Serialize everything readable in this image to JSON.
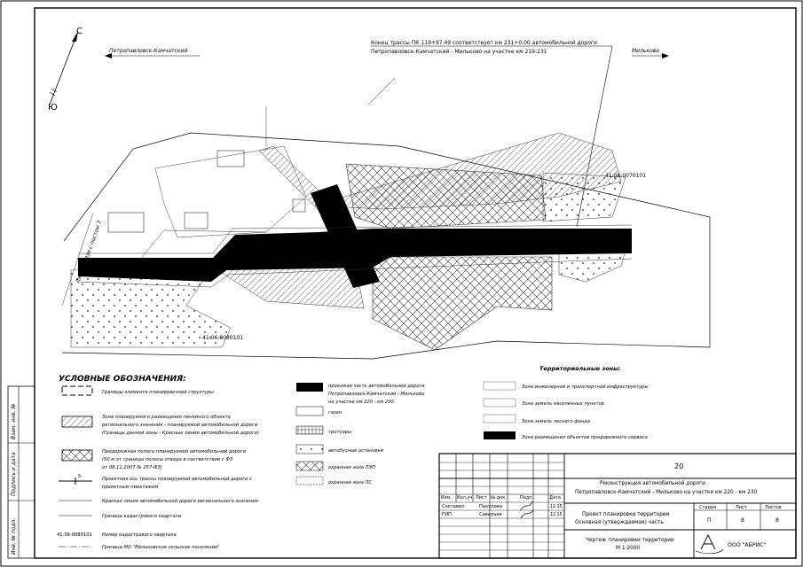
{
  "header": {
    "end_line1": "Конец трассы ПК 119+97.49 соответствует км 231+0.00 автомобильной дороги",
    "end_line2": "Петропавловск-Камчатский - Мильково на участке км 219-231",
    "dir_left": "Петропавловск-Камчатский",
    "dir_right": "Мильково"
  },
  "north": {
    "top": "С",
    "bottom": "Ю"
  },
  "plan": {
    "side_label": "Линия связи с постом 7",
    "cadastral_block_1": "41:06:0070101",
    "cadastral_block_2": "41:06:0080101"
  },
  "legend": {
    "title": "УСЛОВНЫЕ ОБОЗНАЧЕНИЯ:",
    "items": {
      "l1": "Границы элемента планировочной структуры",
      "l2a": "Зона планируемого размещения линейного объекта",
      "l2b": "регионального значения - планируемой автомобильной дороги",
      "l2c": "(Границы данной зоны - Красные линии автомобильной дороги)",
      "l3a": "Придорожная полоса планируемой автомобильной дороги",
      "l3b": "(50 м от границы полосы отвода в соответствии с ФЗ",
      "l3c": "от 08.11.2007 № 257-ФЗ)",
      "l4a": "Проектная ось трассы планируемой автомобильной дороги с",
      "l4b": "проектным пикетажем",
      "l4_mark": "5",
      "l5": "Красная линия автомобильной дороги регионального значения",
      "l6": "Граница кадастрового квартала",
      "l7_code": "41:06:0080101",
      "l7": "Номер кадастрового квартала",
      "l8": "Граница МО \"Мильковское сельское поселение\""
    },
    "mid": {
      "m1a": "проезжая часть автомобильной дороги",
      "m1b": "Петропавловск-Камчатский - Мильково",
      "m1c": "на участке км 220 - км 230",
      "m2": "газон",
      "m3": "тротуары",
      "m4": "автобусные остановки",
      "m5": "охранная зона ЛЭП",
      "m6": "охранная зона ПС"
    },
    "zones": {
      "title": "Территориальные зоны:",
      "z1": "Зона инженерной и транспортной инфраструктуры",
      "z2": "Зона земель населенных пунктов",
      "z3": "Зона земель лесного фонда",
      "z4": "Зона размещения объектов придорожного сервиса"
    }
  },
  "margin": {
    "f1": "Взам. инв. №",
    "f2": "Подпись и дата",
    "f3": "Инв. № подл."
  },
  "title_block": {
    "code": "20",
    "project_line1": "Реконструкция автомобильной дороги",
    "project_line2": "Петропавловск-Камчатский - Мильково на участке км 220 - км 230",
    "col_izm": "Изм.",
    "col_koluch": "Кол.уч",
    "col_list": "Лист",
    "col_ndok": "№ док.",
    "col_podp": "Подп.",
    "col_data": "Дата",
    "r1_role": "Составил",
    "r1_name": "Пакулова",
    "r1_date": "12.15",
    "r2_role": "ГИП",
    "r2_name": "Савельев",
    "r2_date": "12.15",
    "doc_line1": "Проект планировки территории",
    "doc_line2": "Основная (утверждаемая) часть",
    "h_stage": "Стадия",
    "h_sheet": "Лист",
    "h_sheets": "Листов",
    "v_stage": "П",
    "v_sheet": "8",
    "v_sheets": "8",
    "drawing_line1": "Чертеж планировки территории",
    "drawing_line2": "М 1:2000",
    "org": "ООО \"АБРИС\""
  }
}
